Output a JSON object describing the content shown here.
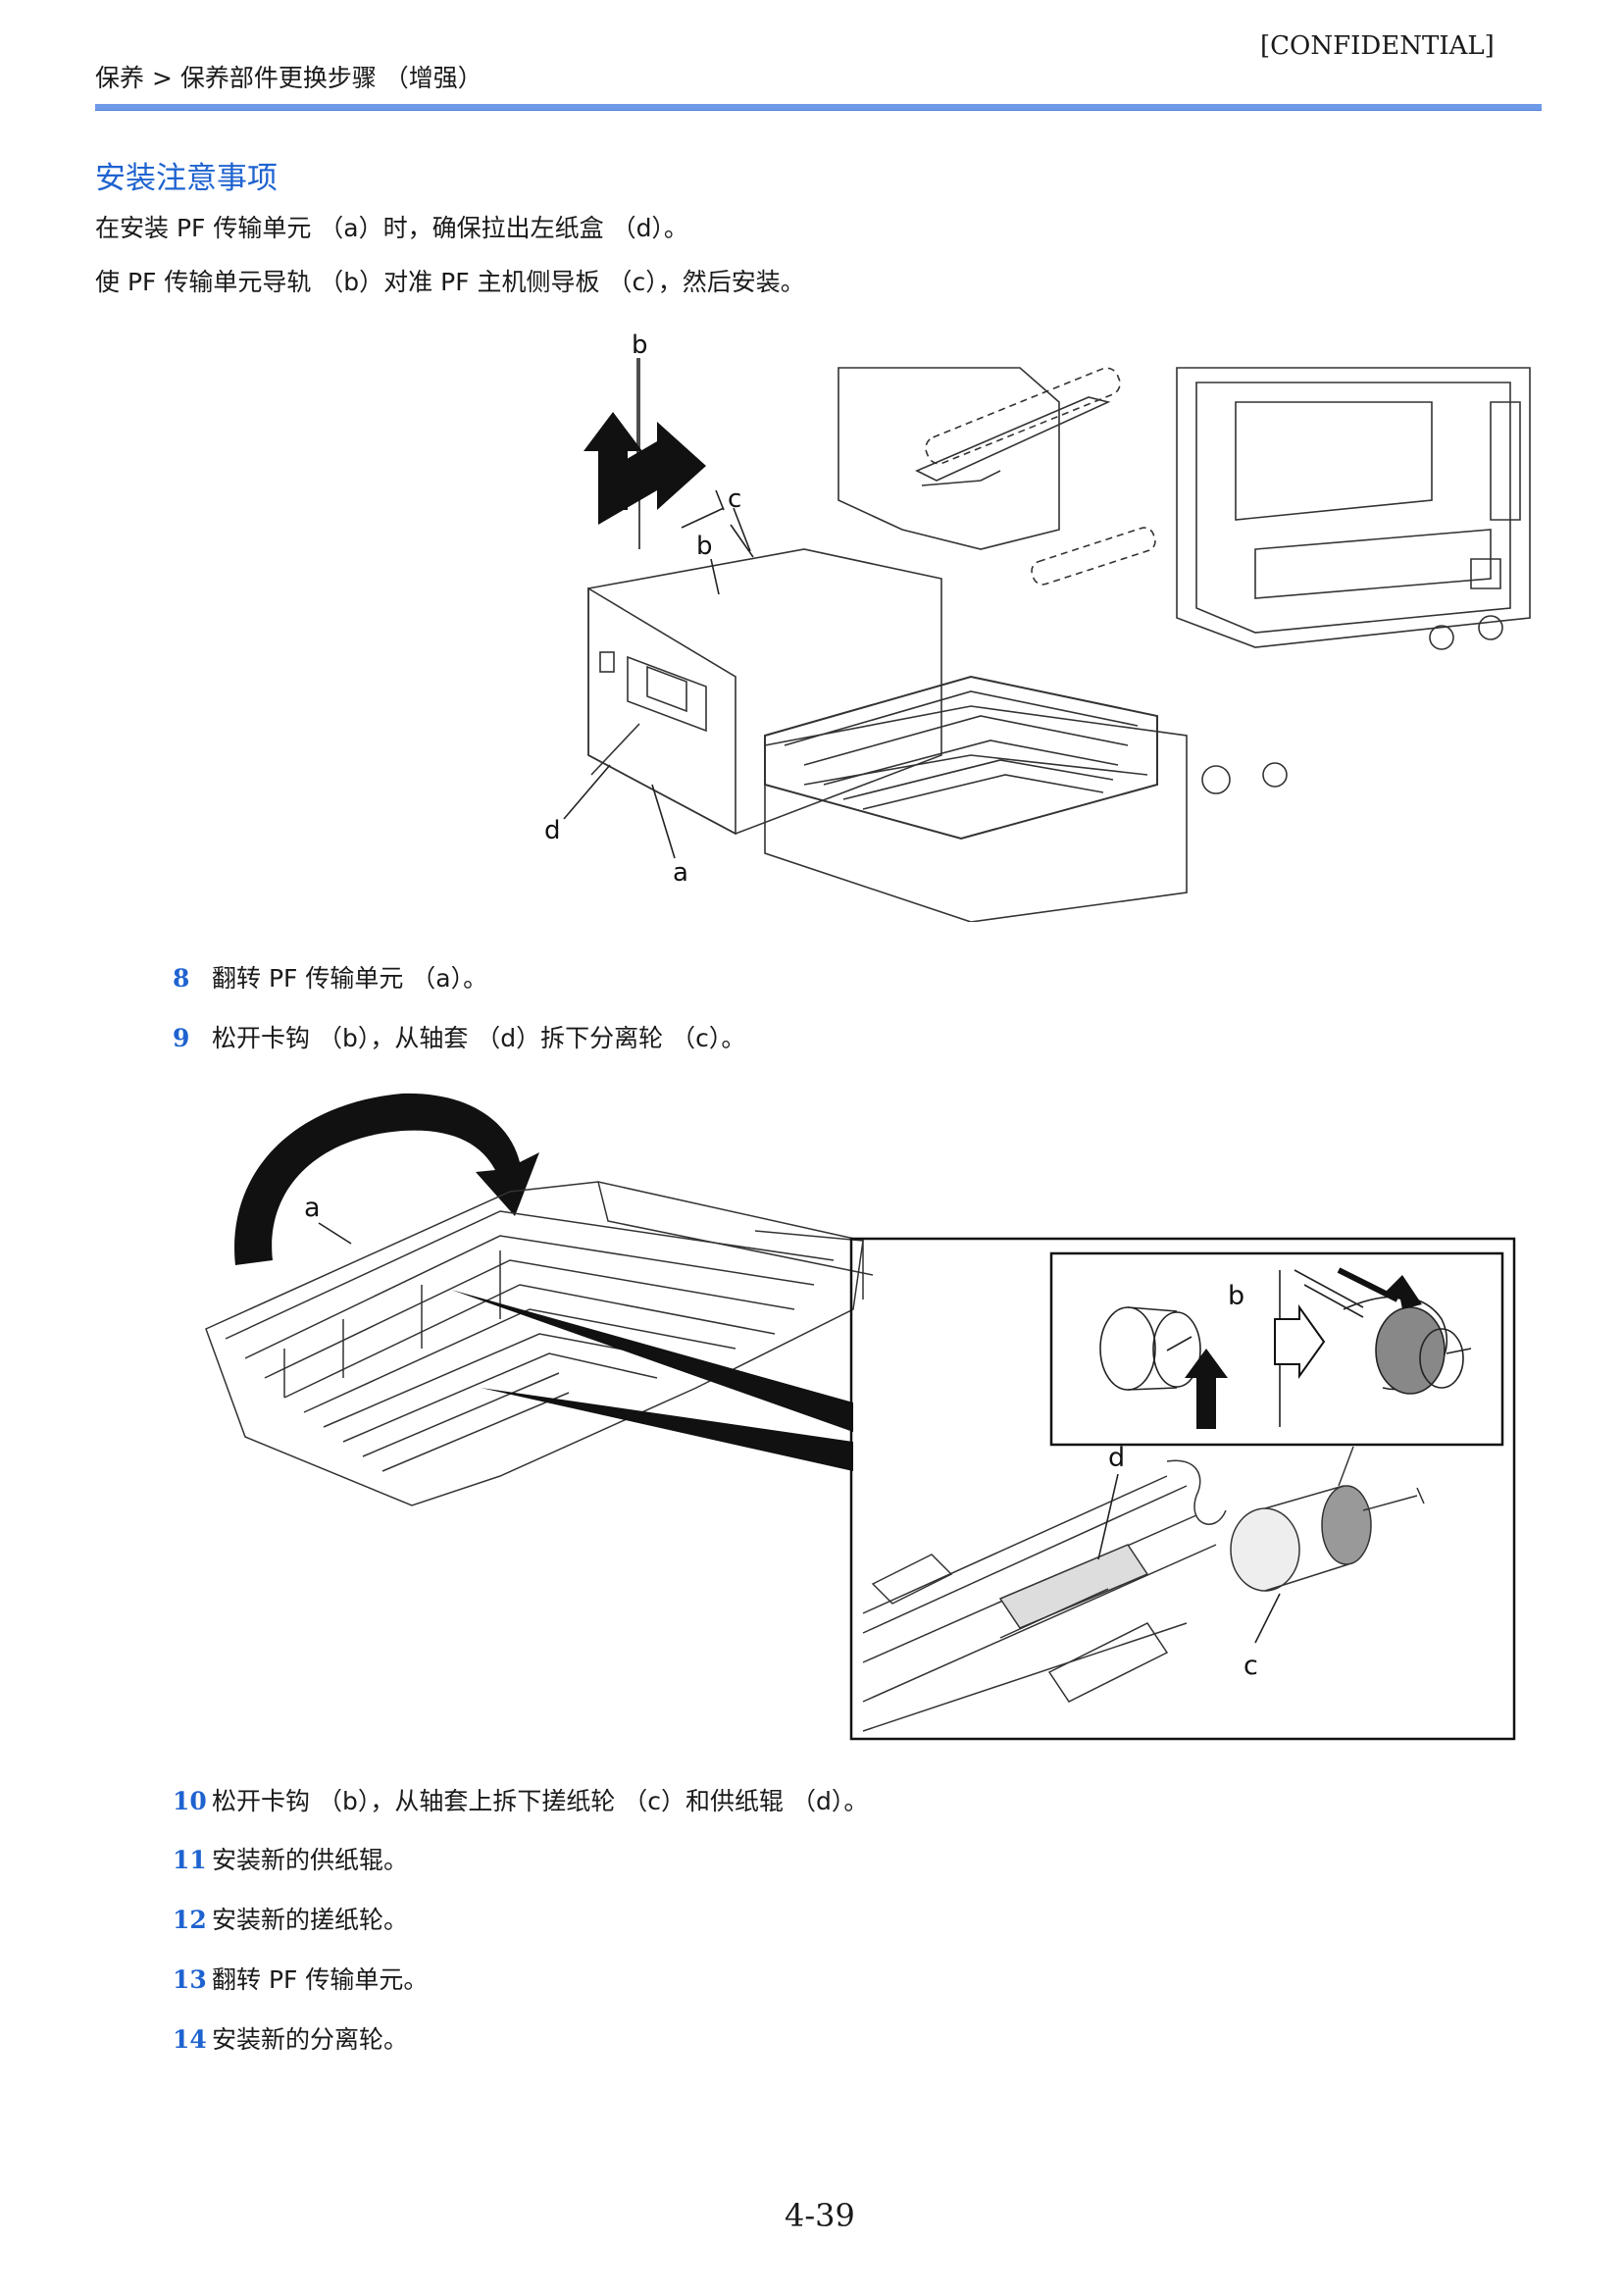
{
  "header": {
    "confidential": "[CONFIDENTIAL]",
    "breadcrumb": "保养 > 保养部件更换步骤 （增强）"
  },
  "section": {
    "title": "安装注意事项",
    "notes": [
      "在安装 PF 传输单元 （a）时，确保拉出左纸盒 （d）。",
      "使 PF 传输单元导轨 （b）对准 PF 主机侧导板 （c），然后安装。"
    ]
  },
  "figure1": {
    "labels": [
      "b",
      "c",
      "b",
      "d",
      "a"
    ]
  },
  "steps_a": [
    {
      "num": "8",
      "text": "翻转 PF 传输单元 （a）。"
    },
    {
      "num": "9",
      "text": "松开卡钩 （b），从轴套 （d）拆下分离轮 （c）。"
    }
  ],
  "figure2": {
    "labels": [
      "a",
      "b",
      "d",
      "c"
    ]
  },
  "steps_b": [
    {
      "num": "10",
      "text": "松开卡钩 （b），从轴套上拆下搓纸轮 （c）和供纸辊 （d）。"
    },
    {
      "num": "11",
      "text": "安装新的供纸辊。"
    },
    {
      "num": "12",
      "text": "安装新的搓纸轮。"
    },
    {
      "num": "13",
      "text": "翻转 PF 传输单元。"
    },
    {
      "num": "14",
      "text": "安装新的分离轮。"
    }
  ],
  "footer": {
    "page_number": "4-39"
  },
  "colors": {
    "accent_blue": "#1f63d0",
    "rule_blue": "#6f9ae8"
  }
}
